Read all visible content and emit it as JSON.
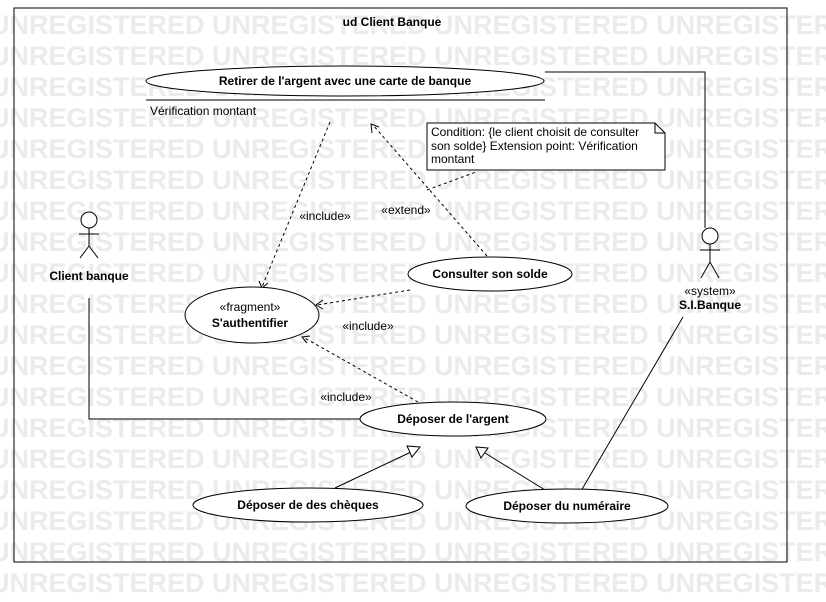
{
  "watermark": "UNREGISTERED",
  "frame": {
    "title": "ud Client Banque"
  },
  "use_cases": {
    "retirer": {
      "label": "Retirer de l'argent avec une carte de banque",
      "extension_point": "Vérification montant"
    },
    "authentifier": {
      "stereotype": "«fragment»",
      "label": "S'authentifier"
    },
    "consulter": {
      "label": "Consulter son solde"
    },
    "deposer": {
      "label": "Déposer de l'argent"
    },
    "cheques": {
      "label": "Déposer de des chèques"
    },
    "numeraire": {
      "label": "Déposer du numéraire"
    }
  },
  "actors": {
    "client": {
      "label": "Client banque"
    },
    "systeme": {
      "stereotype": "«system»",
      "label": "S.I.Banque"
    }
  },
  "note": {
    "lines": [
      "Condition: {le client choisit de consulter",
      "son solde} Extension point: Vérification",
      "montant"
    ]
  },
  "relations": {
    "include_1": "«include»",
    "extend": "«extend»",
    "include_2": "«include»",
    "include_3": "«include»"
  }
}
